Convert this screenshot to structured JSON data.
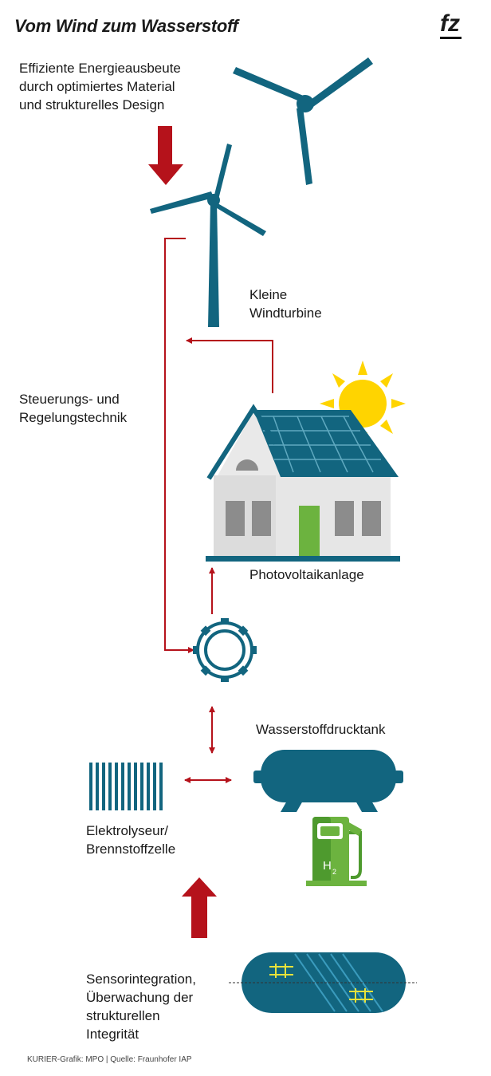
{
  "header": {
    "title": "Vom Wind zum Wasserstoff",
    "logo": "fz"
  },
  "labels": {
    "intro": "Effiziente Energieausbeute\ndurch optimiertes Material\nund strukturelles Design",
    "small_turbine": "Kleine\nWindturbine",
    "control": "Steuerungs- und\nRegelungstechnik",
    "pv": "Photovoltaikanlage",
    "tank": "Wasserstoffdrucktank",
    "electrolyser": "Elektrolyseur/\nBrennstoffzelle",
    "sensor": "Sensorintegration,\nÜberwachung der\nstrukturellen\nIntegrität",
    "h2": "H",
    "h2_sub": "2"
  },
  "footer": {
    "credit": "KURIER-Grafik: MPO | Quelle: Fraunhofer IAP"
  },
  "colors": {
    "teal": "#12657f",
    "red": "#b5121b",
    "green": "#6cb33f",
    "yellow": "#ffd400",
    "house_wall": "#dcdcdc",
    "window": "#8c8c8c"
  }
}
